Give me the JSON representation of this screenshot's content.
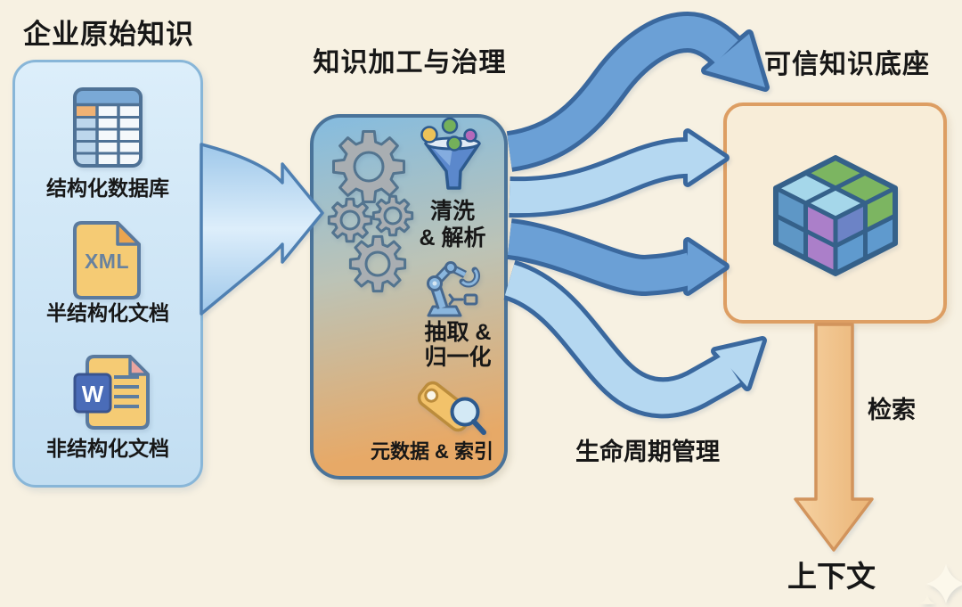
{
  "source_panel": {
    "title": "企业原始知识",
    "items": [
      {
        "icon": "table-icon",
        "label": "结构化数据库"
      },
      {
        "icon": "xml-file-icon",
        "icon_text": "XML",
        "label": "半结构化文档"
      },
      {
        "icon": "word-doc-icon",
        "icon_text": "W",
        "label": "非结构化文档"
      }
    ]
  },
  "processing_panel": {
    "title": "知识加工与治理",
    "decoration_icon": "gears-icon",
    "steps": [
      {
        "icon": "funnel-icon",
        "line1": "清洗",
        "line2": "& 解析"
      },
      {
        "icon": "robot-arm-icon",
        "line1": "抽取 &",
        "line2": "归一化"
      },
      {
        "icon": "tag-search-icon",
        "line1": "元数据 & 索引"
      }
    ]
  },
  "knowledge_base_panel": {
    "title": "可信知识底座",
    "icon": "cube-icon"
  },
  "flow_labels": {
    "lifecycle": "生命周期管理",
    "retrieval": "检索",
    "context": "上下文"
  },
  "colors": {
    "background": "#f7f1e2",
    "arrow_dark_fill": "#6ba0d6",
    "arrow_light_fill": "#b5d8f1",
    "arrow_outline": "#3a689e",
    "retrieval_arrow_fill": "#f0c28e",
    "retrieval_arrow_outline": "#d2945c",
    "source_box_border": "#88b6d8",
    "processing_box_border": "#4a7399",
    "kb_box_border": "#dd9e63"
  }
}
